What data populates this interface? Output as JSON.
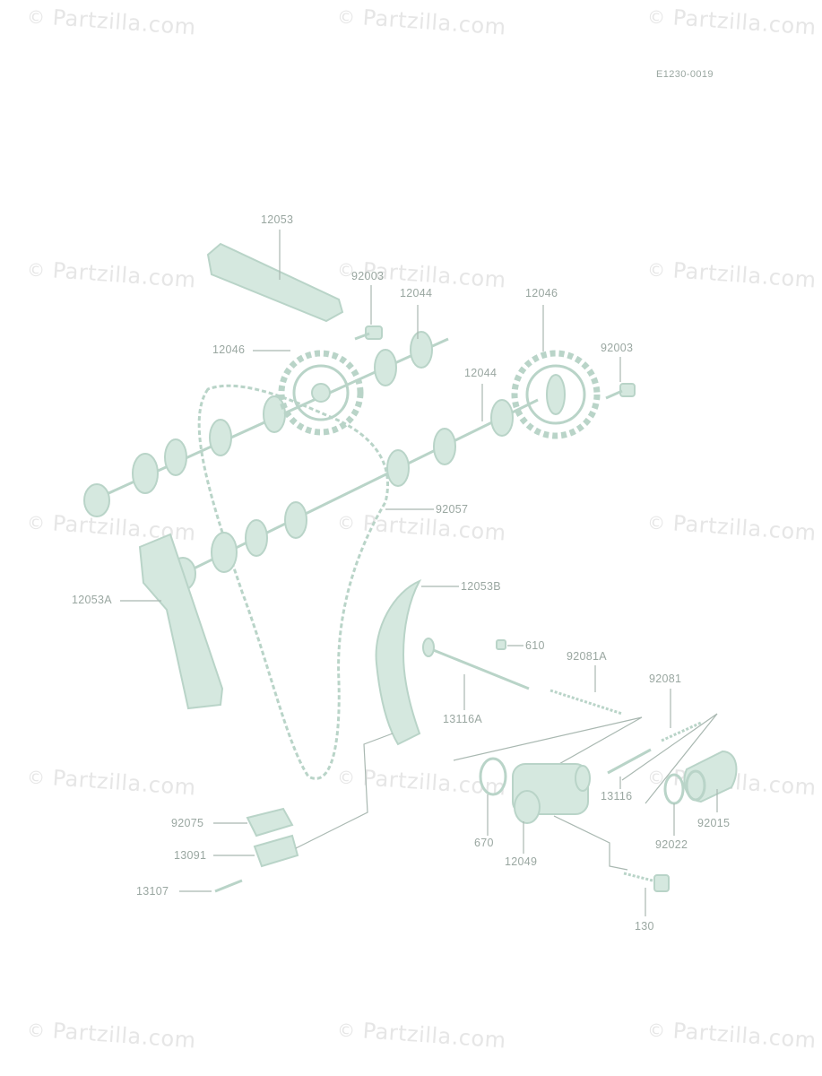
{
  "diagram": {
    "reference_code": "E1230-0019",
    "watermark": "Partzilla.com",
    "watermark_symbol": "©",
    "colors": {
      "part_line": "#b9d4c8",
      "part_fill": "#d5e8df",
      "label": "#9aa7a1",
      "watermark": "#e6e6e6"
    },
    "labels": [
      "12053",
      "92003",
      "12044",
      "12046",
      "12046",
      "92003",
      "12044",
      "92057",
      "12053A",
      "12053B",
      "610",
      "92081A",
      "13116A",
      "92081",
      "13116",
      "670",
      "12049",
      "92022",
      "92015",
      "92075",
      "13091",
      "13107",
      "130"
    ]
  }
}
